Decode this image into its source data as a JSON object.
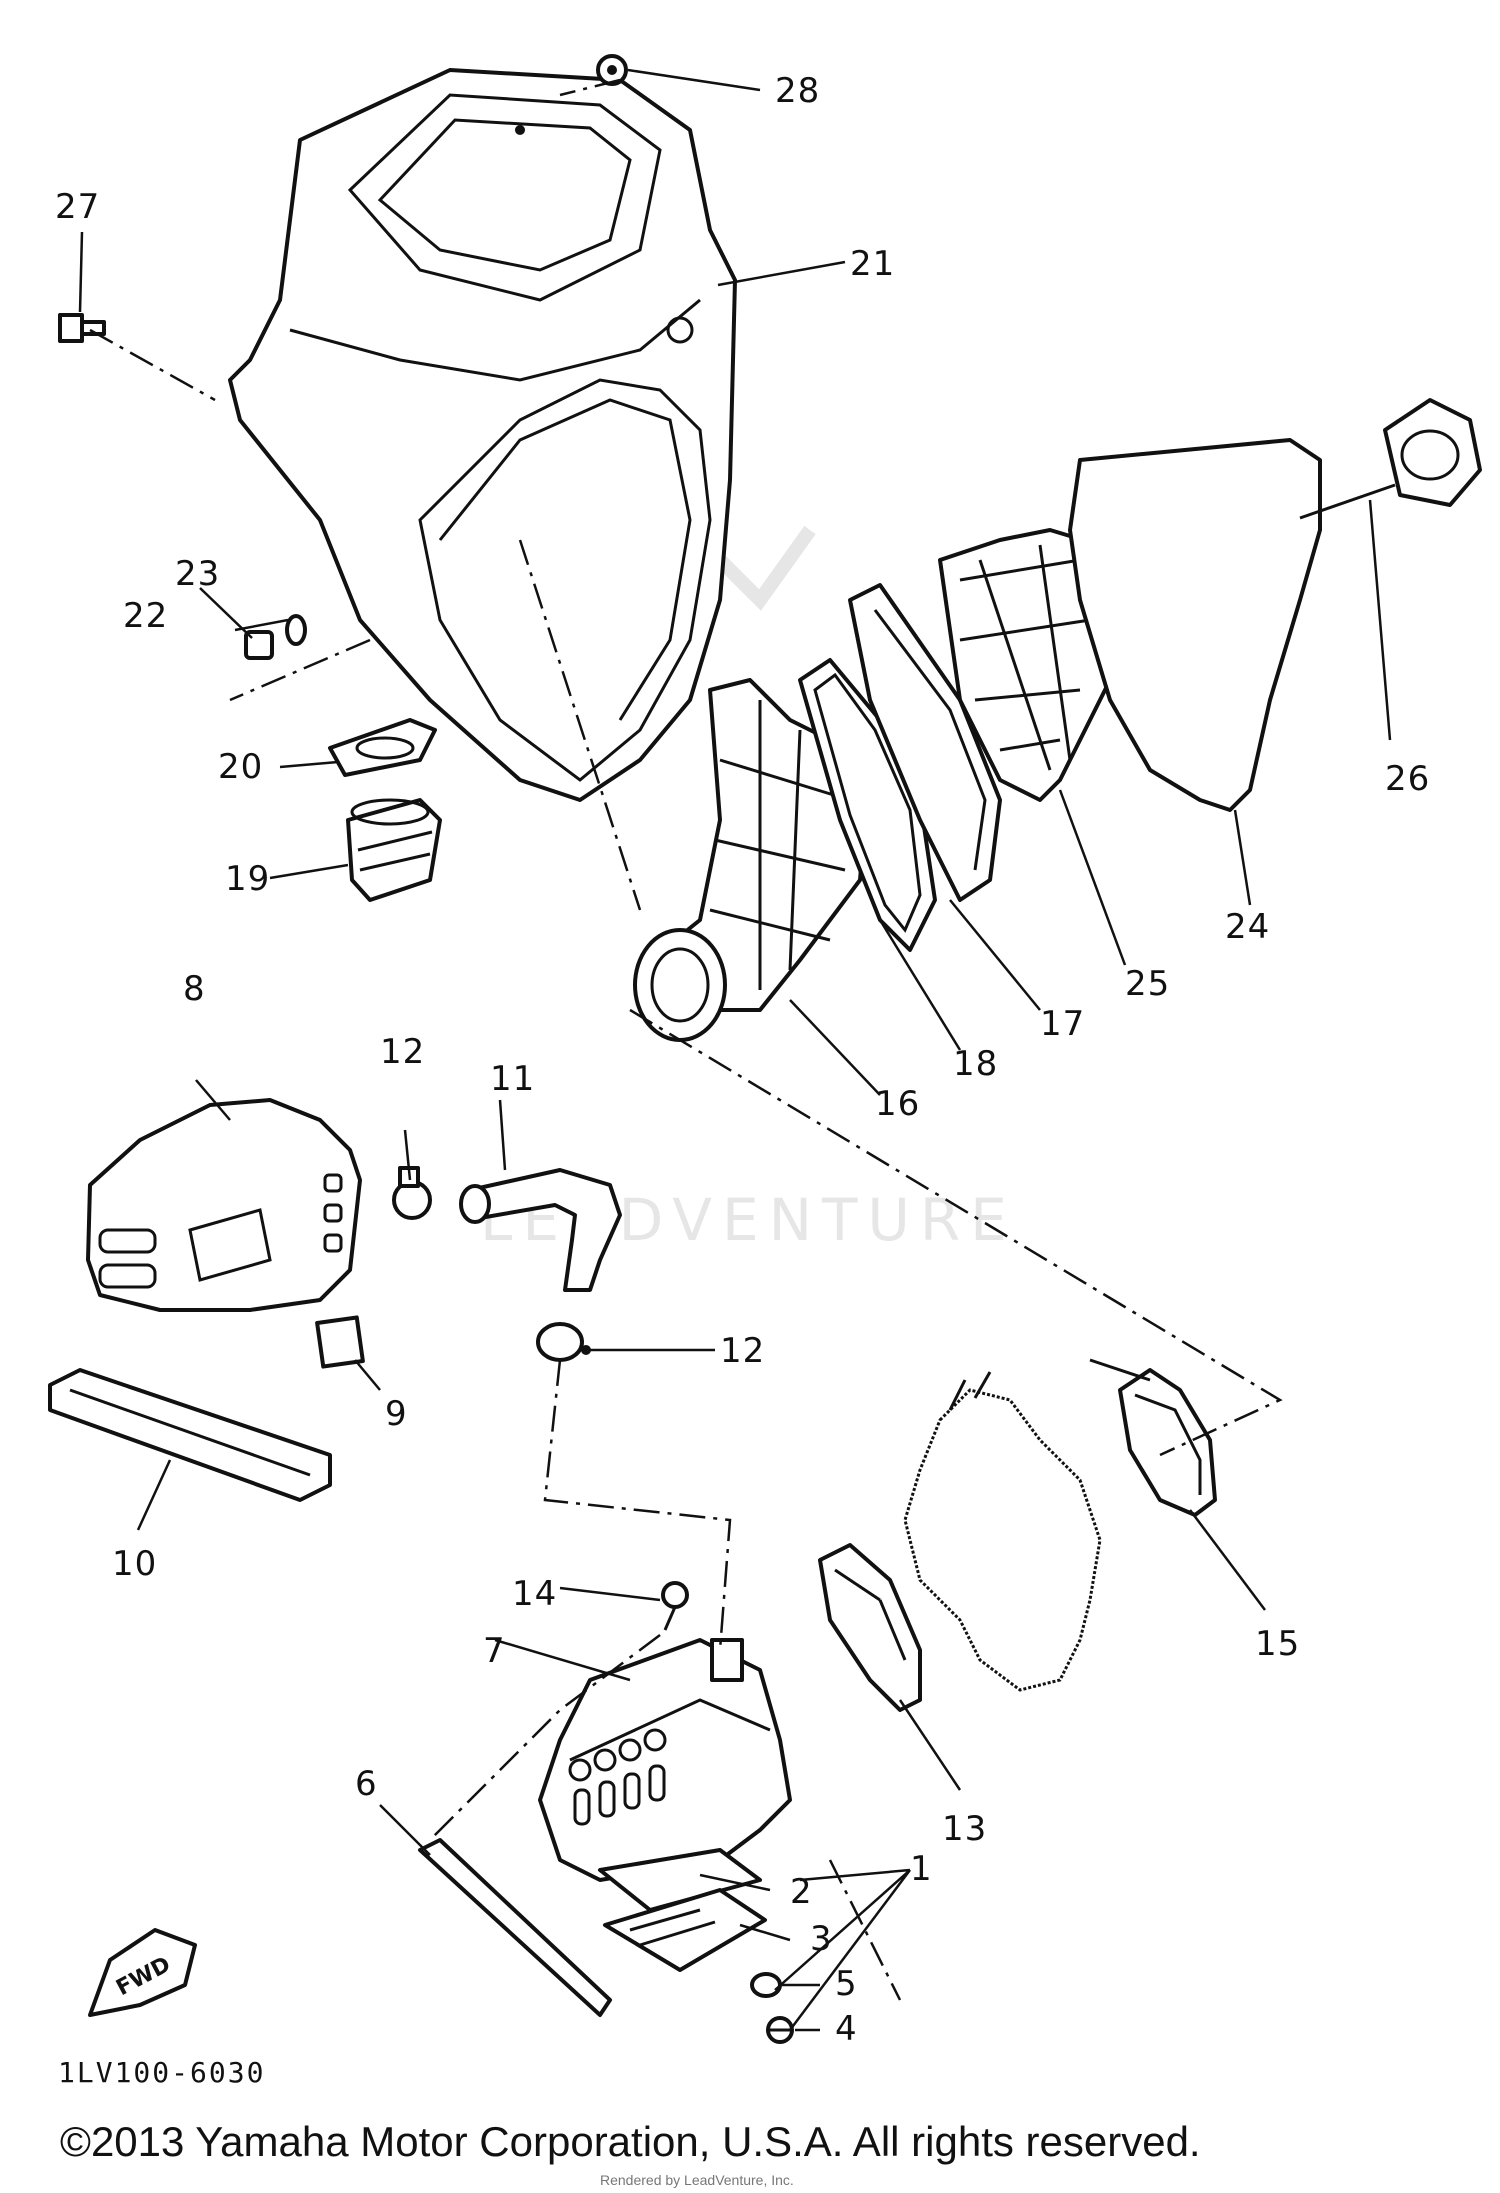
{
  "diagram": {
    "callouts": [
      {
        "id": "callout-1",
        "text": "1"
      },
      {
        "id": "callout-2",
        "text": "2"
      },
      {
        "id": "callout-3",
        "text": "3"
      },
      {
        "id": "callout-4",
        "text": "4"
      },
      {
        "id": "callout-5",
        "text": "5"
      },
      {
        "id": "callout-6",
        "text": "6"
      },
      {
        "id": "callout-7",
        "text": "7"
      },
      {
        "id": "callout-8",
        "text": "8"
      },
      {
        "id": "callout-9",
        "text": "9"
      },
      {
        "id": "callout-10",
        "text": "10"
      },
      {
        "id": "callout-11",
        "text": "11"
      },
      {
        "id": "callout-12a",
        "text": "12"
      },
      {
        "id": "callout-12b",
        "text": "12"
      },
      {
        "id": "callout-13",
        "text": "13"
      },
      {
        "id": "callout-14",
        "text": "14"
      },
      {
        "id": "callout-15",
        "text": "15"
      },
      {
        "id": "callout-16",
        "text": "16"
      },
      {
        "id": "callout-17",
        "text": "17"
      },
      {
        "id": "callout-18",
        "text": "18"
      },
      {
        "id": "callout-19",
        "text": "19"
      },
      {
        "id": "callout-20",
        "text": "20"
      },
      {
        "id": "callout-21",
        "text": "21"
      },
      {
        "id": "callout-22",
        "text": "22"
      },
      {
        "id": "callout-23",
        "text": "23"
      },
      {
        "id": "callout-24",
        "text": "24"
      },
      {
        "id": "callout-25",
        "text": "25"
      },
      {
        "id": "callout-26",
        "text": "26"
      },
      {
        "id": "callout-27",
        "text": "27"
      },
      {
        "id": "callout-28",
        "text": "28"
      }
    ],
    "fwd_label": "FWD",
    "drawing_code": "1LV100-6030",
    "watermark": "LEADVENTURE"
  },
  "footer": {
    "copyright": "©2013 Yamaha Motor Corporation, U.S.A. All rights reserved.",
    "rendered_by": "Rendered by LeadVenture, Inc."
  },
  "colors": {
    "ink": "#111111",
    "paper": "#ffffff",
    "watermark": "#e6e6e6"
  }
}
